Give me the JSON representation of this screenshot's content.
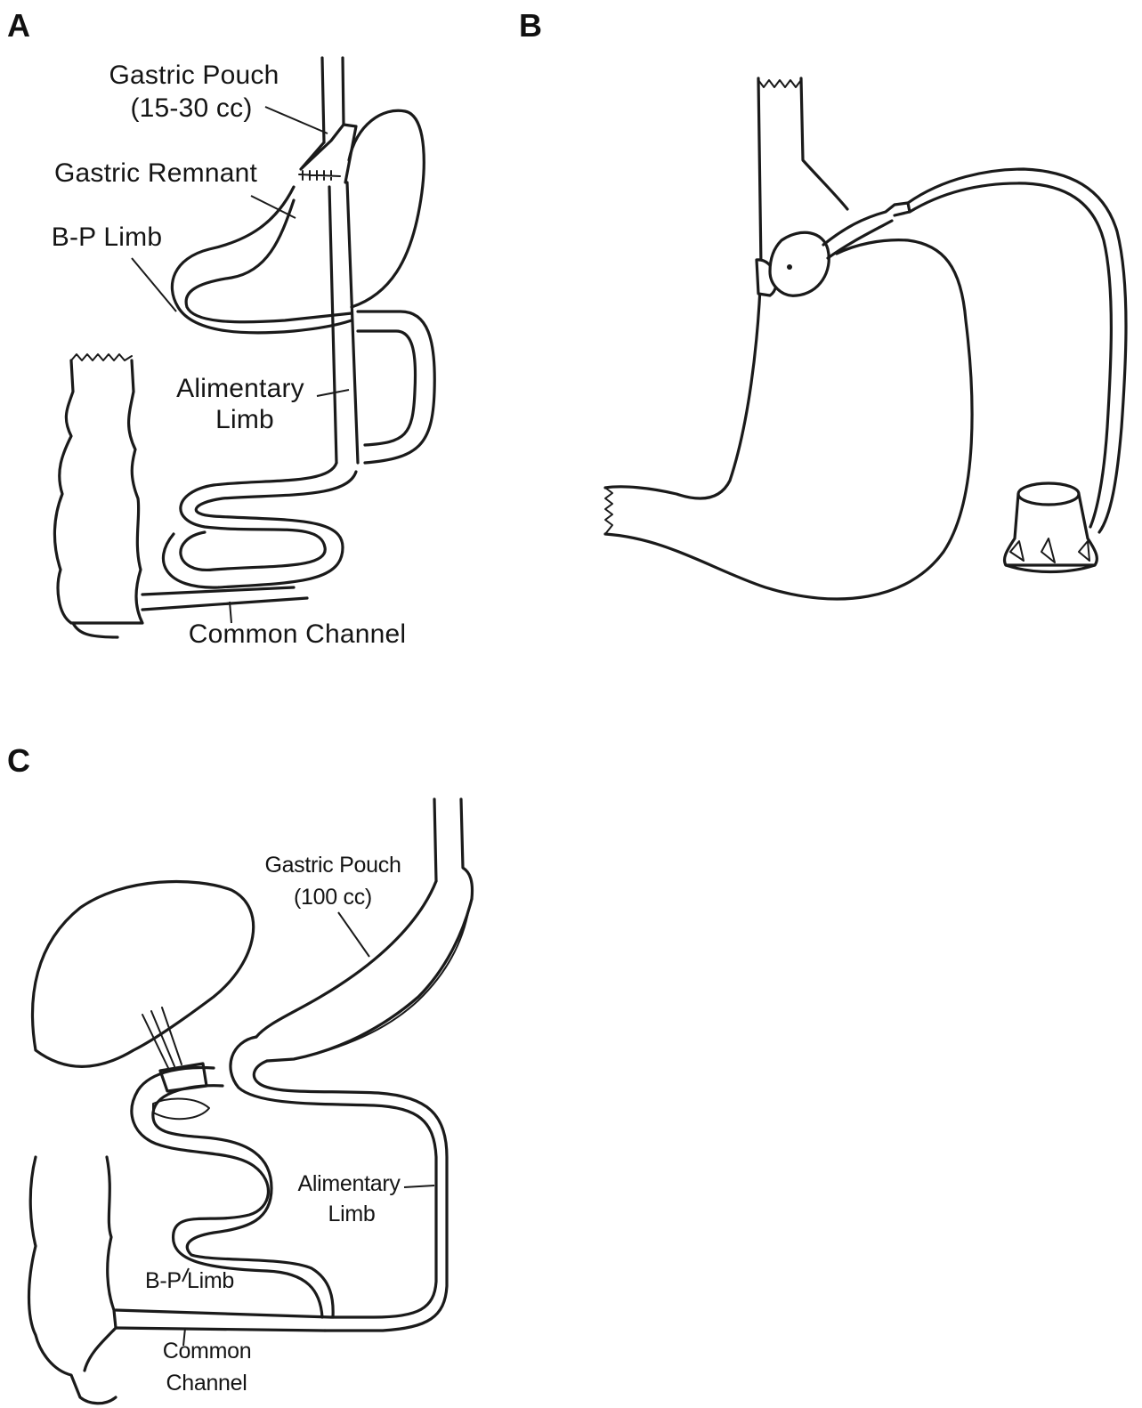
{
  "panels": {
    "a": {
      "letter": "A",
      "labels": {
        "gastric_pouch": "Gastric Pouch",
        "gastric_pouch_volume": "(15-30 cc)",
        "gastric_remnant": "Gastric Remnant",
        "bp_limb": "B-P Limb",
        "alimentary_limb_line1": "Alimentary",
        "alimentary_limb_line2": "Limb",
        "common_channel": "Common Channel"
      }
    },
    "b": {
      "letter": "B"
    },
    "c": {
      "letter": "C",
      "labels": {
        "gastric_pouch": "Gastric Pouch",
        "gastric_pouch_volume": "(100 cc)",
        "alimentary_limb_line1": "Alimentary",
        "alimentary_limb_line2": "Limb",
        "bp_limb": "B-P Limb",
        "common_channel_line1": "Common",
        "common_channel_line2": "Channel"
      }
    }
  },
  "colors": {
    "line": "#1a1a1a",
    "background": "#ffffff"
  }
}
